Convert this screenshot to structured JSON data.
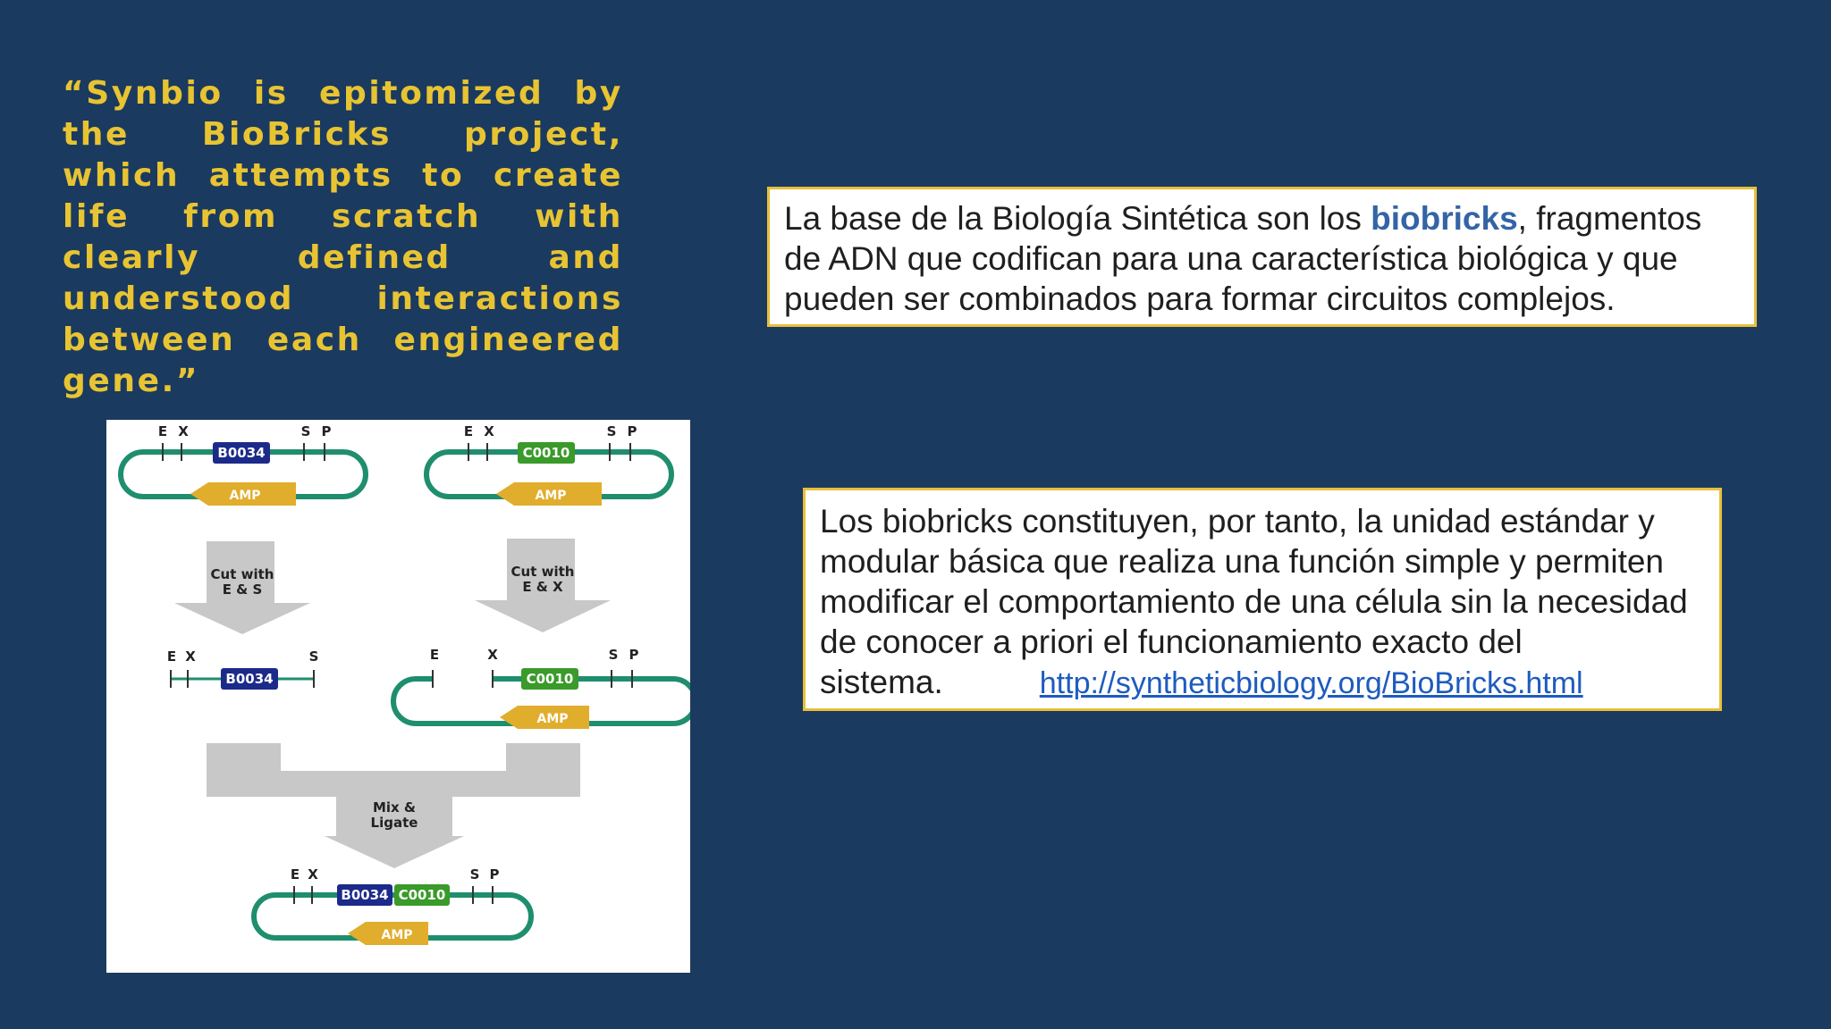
{
  "quote": {
    "text": "“Synbio is epitomized by the BioBricks project, which attempts to create life from scratch with clearly defined and understood interactions between each engineered gene.”"
  },
  "box1": {
    "before": "La base de la Biología Sintética son los ",
    "keyword": "biobricks",
    "after": ", fragmentos de ADN que codifican para una característica biológica y que pueden ser combinados para formar circuitos complejos."
  },
  "box2": {
    "text": "Los biobricks constituyen, por tanto, la unidad estándar y modular básica que realiza una función simple y permiten modificar el comportamiento de una célula sin la necesidad de conocer a priori el funcionamiento exacto del sistema.",
    "link": "http://syntheticbiology.org/BioBricks.html"
  },
  "diagram": {
    "plasmid_b0034": {
      "e": "E",
      "x": "X",
      "s": "S",
      "p": "P",
      "part": "B0034",
      "amp": "AMP"
    },
    "plasmid_c0010": {
      "e": "E",
      "x": "X",
      "s": "S",
      "p": "P",
      "part": "C0010",
      "amp": "AMP"
    },
    "arrow_left": {
      "line1": "Cut with",
      "line2": "E & S"
    },
    "arrow_right": {
      "line1": "Cut with",
      "line2": "E & X"
    },
    "fragment_b0034": {
      "e": "E",
      "x": "X",
      "s": "S",
      "part": "B0034"
    },
    "backbone_c0010": {
      "e": "E",
      "x": "X",
      "s": "S",
      "p": "P",
      "part": "C0010",
      "amp": "AMP"
    },
    "arrow_mix": {
      "line1": "Mix &",
      "line2": "Ligate"
    },
    "result": {
      "e": "E",
      "x": "X",
      "s": "S",
      "p": "P",
      "part1": "B0034",
      "part2": "C0010",
      "amp": "AMP"
    },
    "colors": {
      "loop": "#1f8e6e",
      "b0034": "#1c2a8a",
      "c0010": "#3a9a2a",
      "amp": "#e1ad2c",
      "arrow": "#c8c8c8"
    }
  }
}
